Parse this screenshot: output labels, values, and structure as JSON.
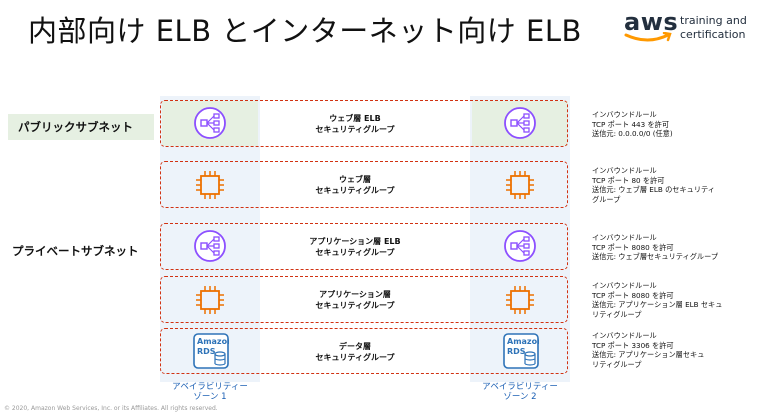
{
  "title": "内部向け ELB とインターネット向け ELB",
  "logo": {
    "brand": "aws",
    "line1": "training and",
    "line2": "certification"
  },
  "subnets": {
    "public": "パブリックサブネット",
    "private": "プライベートサブネット"
  },
  "tiers": [
    {
      "line1": "ウェブ層 ELB",
      "line2": "セキュリティグループ",
      "icon": "elb-icon"
    },
    {
      "line1": "ウェブ層",
      "line2": "セキュリティグループ",
      "icon": "ec2-chip-icon"
    },
    {
      "line1": "アプリケーション層 ELB",
      "line2": "セキュリティグループ",
      "icon": "elb-icon"
    },
    {
      "line1": "アプリケーション層",
      "line2": "セキュリティグループ",
      "icon": "ec2-chip-icon"
    },
    {
      "line1": "データ層",
      "line2": "セキュリティグループ",
      "icon": "rds-icon"
    }
  ],
  "rds": {
    "line1": "Amazon",
    "line2": "RDS"
  },
  "rules": [
    [
      "インバウンドルール",
      "TCP ポート 443 を許可",
      "送信元: 0.0.0.0/0 (任意)"
    ],
    [
      "インバウンドルール",
      "TCP ポート 80 を許可",
      "送信元: ウェブ層 ELB のセキュリティ",
      "グループ"
    ],
    [
      "インバウンドルール",
      "TCP ポート 8080 を許可",
      "送信元: ウェブ層セキュリティグループ"
    ],
    [
      "インバウンドルール",
      "TCP ポート 8080 を許可",
      "送信元: アプリケーション層 ELB セキュ",
      "リティグループ"
    ],
    [
      "インバウンドルール",
      "TCP ポート 3306 を許可",
      "送信元: アプリケーション層セキュ",
      "リティグループ"
    ]
  ],
  "zones": [
    {
      "line1": "アベイラビリティー",
      "line2": "ゾーン 1"
    },
    {
      "line1": "アベイラビリティー",
      "line2": "ゾーン 2"
    }
  ],
  "copyright": "© 2020, Amazon Web Services, Inc. or its Affiliates. All rights reserved.",
  "colors": {
    "border_dashed": "#d13212",
    "icon_purple": "#8c4fff",
    "icon_orange": "#ed7100",
    "rds_blue": "#2e73b8",
    "zone_blue": "#1a5fb4"
  }
}
